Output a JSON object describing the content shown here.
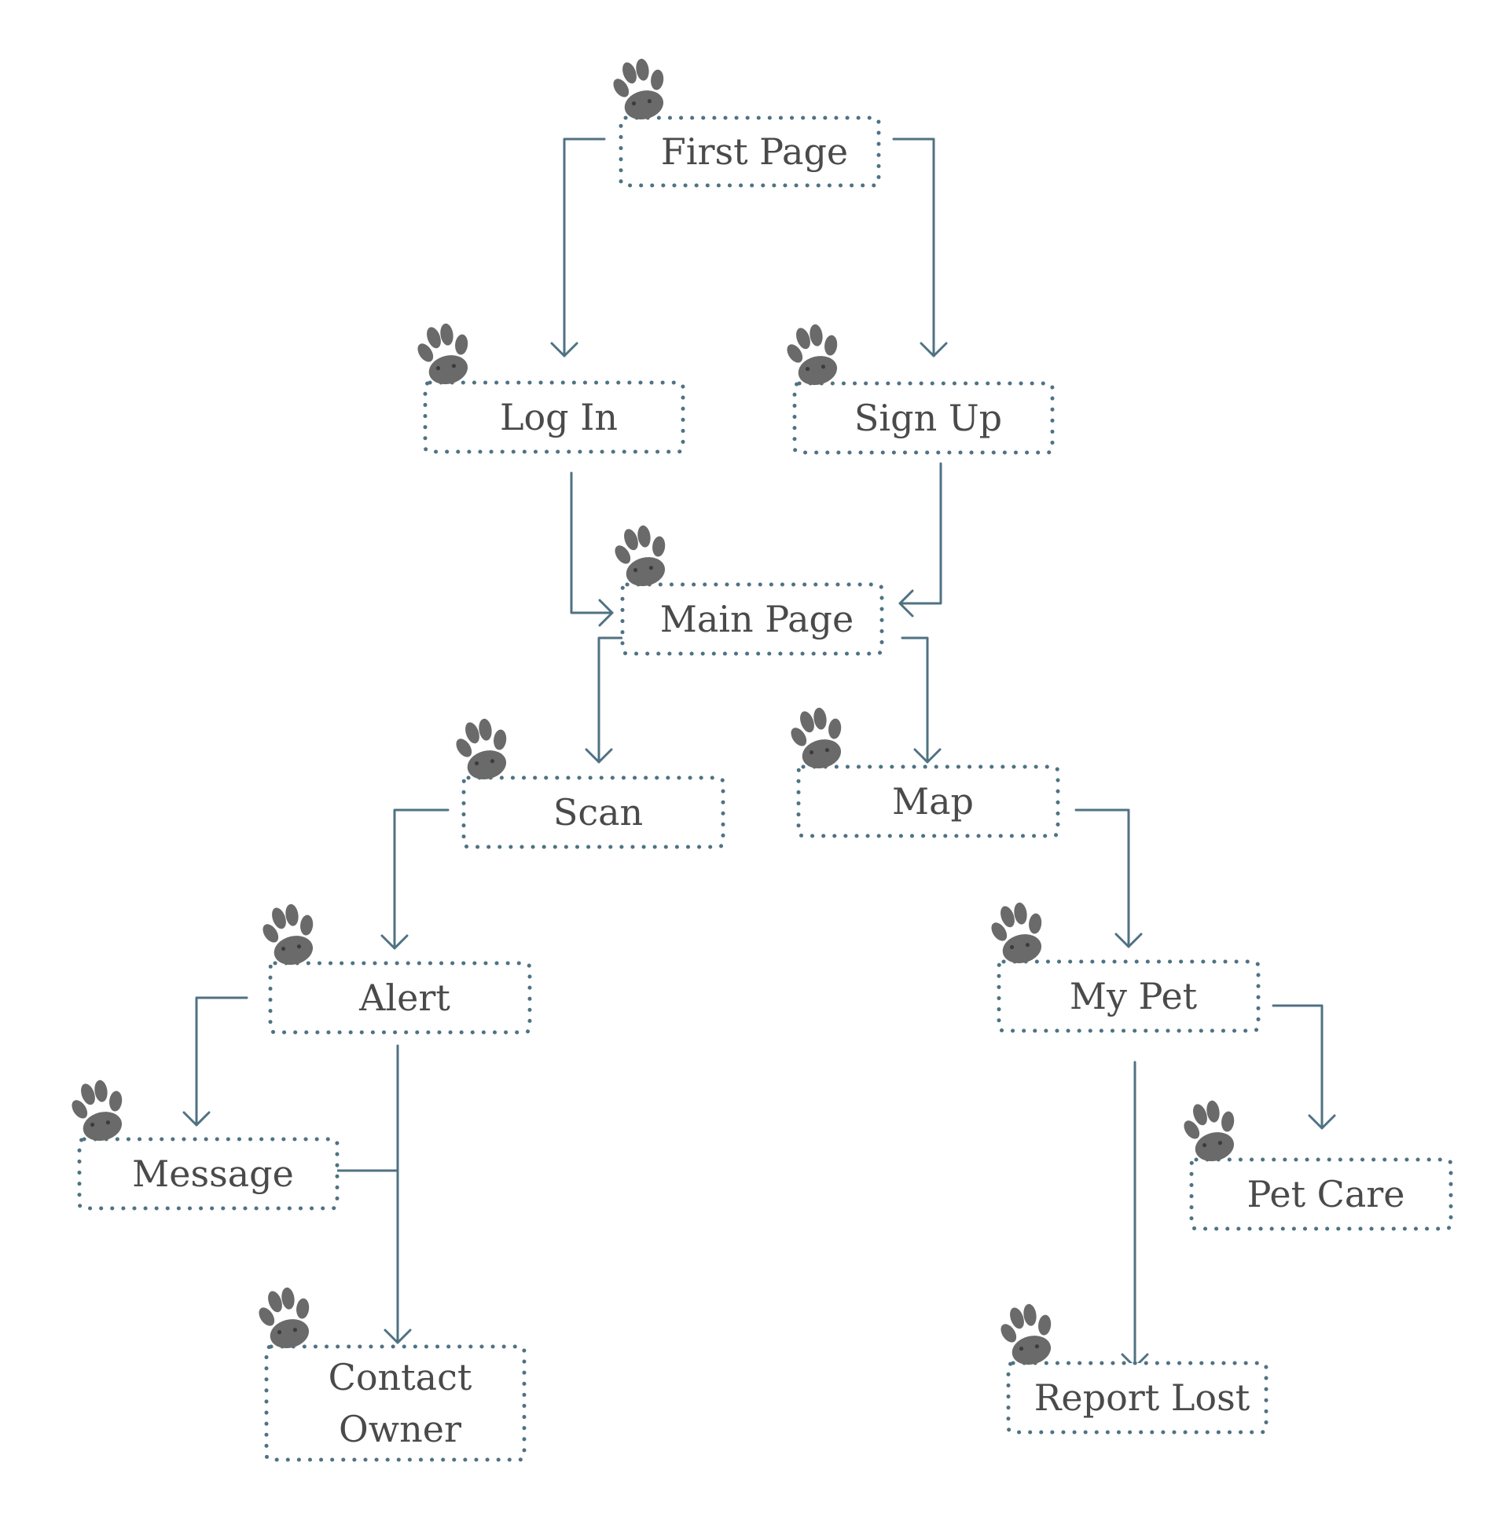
{
  "diagram": {
    "colors": {
      "line": "#4f7283",
      "paw": "#6a6a6a",
      "text": "#4a4a4a"
    },
    "icon": "paw-print-icon",
    "nodes": [
      {
        "id": "first-page",
        "lines": [
          "First Page"
        ]
      },
      {
        "id": "log-in",
        "lines": [
          "Log In"
        ]
      },
      {
        "id": "sign-up",
        "lines": [
          "Sign Up"
        ]
      },
      {
        "id": "main-page",
        "lines": [
          "Main Page"
        ]
      },
      {
        "id": "scan",
        "lines": [
          "Scan"
        ]
      },
      {
        "id": "map",
        "lines": [
          "Map"
        ]
      },
      {
        "id": "alert",
        "lines": [
          "Alert"
        ]
      },
      {
        "id": "my-pet",
        "lines": [
          "My Pet"
        ]
      },
      {
        "id": "message",
        "lines": [
          "Message"
        ]
      },
      {
        "id": "pet-care",
        "lines": [
          "Pet Care"
        ]
      },
      {
        "id": "contact-owner",
        "lines": [
          "Contact",
          "Owner"
        ]
      },
      {
        "id": "report-lost",
        "lines": [
          "Report Lost"
        ]
      }
    ],
    "edges": [
      {
        "from": "first-page",
        "to": "log-in"
      },
      {
        "from": "first-page",
        "to": "sign-up"
      },
      {
        "from": "log-in",
        "to": "main-page"
      },
      {
        "from": "sign-up",
        "to": "main-page"
      },
      {
        "from": "main-page",
        "to": "scan"
      },
      {
        "from": "main-page",
        "to": "map"
      },
      {
        "from": "scan",
        "to": "alert"
      },
      {
        "from": "map",
        "to": "my-pet"
      },
      {
        "from": "alert",
        "to": "message"
      },
      {
        "from": "alert",
        "to": "contact-owner"
      },
      {
        "from": "message",
        "to": "contact-owner"
      },
      {
        "from": "my-pet",
        "to": "pet-care"
      },
      {
        "from": "my-pet",
        "to": "report-lost"
      }
    ]
  }
}
